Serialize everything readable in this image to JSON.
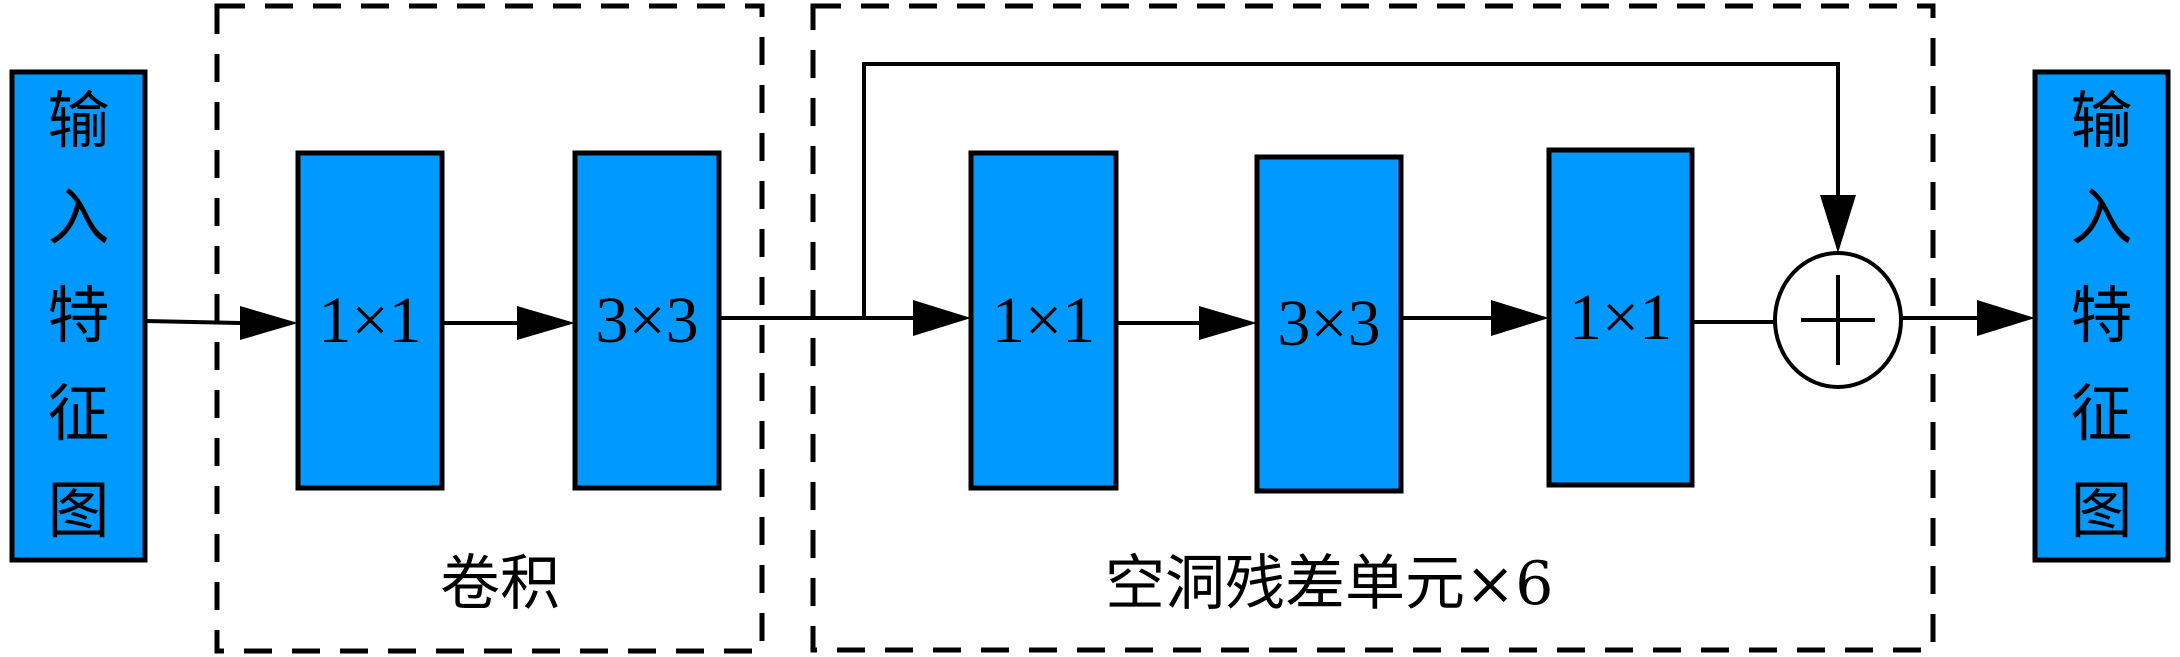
{
  "input_label": [
    "输",
    "入",
    "特",
    "征",
    "图"
  ],
  "output_label": [
    "输",
    "入",
    "特",
    "征",
    "图"
  ],
  "conv_group": {
    "caption": "卷积",
    "blocks": [
      "1×1",
      "3×3"
    ]
  },
  "residual_group": {
    "caption": "空洞残差单元×6",
    "blocks": [
      "1×1",
      "3×3",
      "1×1"
    ]
  },
  "adder_symbol": "+",
  "colors": {
    "block_fill": "#0099FF",
    "stroke": "#000000"
  }
}
